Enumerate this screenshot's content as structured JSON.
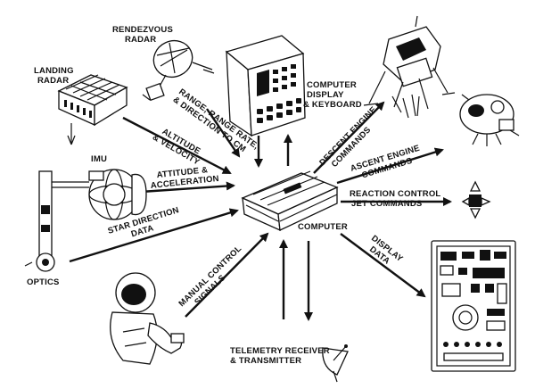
{
  "labels": {
    "rendezvous_radar": [
      "RENDEZVOUS",
      "RADAR"
    ],
    "landing_radar": [
      "LANDING",
      "RADAR"
    ],
    "computer_display": [
      "COMPUTER",
      "DISPLAY",
      "& KEYBOARD"
    ],
    "imu": "IMU",
    "optics": "OPTICS",
    "computer": "COMPUTER",
    "telemetry": [
      "TELEMETRY RECEIVER",
      "& TRANSMITTER"
    ]
  },
  "signals": {
    "range": [
      "RANGE, RANGE RATE,",
      "& DIRECTION TO CM"
    ],
    "altitude": [
      "ALTITUDE",
      "& VELOCITY"
    ],
    "attitude": [
      "ATTITUDE &",
      "ACCELERATION"
    ],
    "star": [
      "STAR DIRECTION",
      "DATA"
    ],
    "manual": [
      "MANUAL CONTROL",
      "SIGNALS"
    ],
    "descent": [
      "DESCENT ENGINE",
      "COMMANDS"
    ],
    "ascent": [
      "ASCENT ENGINE",
      "COMMANDS"
    ],
    "reaction": [
      "REACTION CONTROL",
      "JET COMMANDS"
    ],
    "display": [
      "DISPLAY",
      "DATA"
    ]
  }
}
